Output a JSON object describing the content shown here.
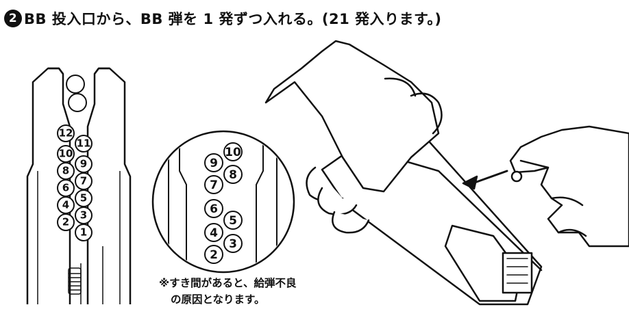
{
  "step": {
    "number_glyph": "❷",
    "text": "BB 投入口から、BB 弾を 1 発ずつ入れる。(21 発入ります。)"
  },
  "magazine_balls": [
    "1",
    "2",
    "3",
    "4",
    "5",
    "6",
    "7",
    "8",
    "9",
    "10",
    "11",
    "12"
  ],
  "zoom_balls": [
    "2",
    "3",
    "4",
    "5",
    "6",
    "7",
    "8",
    "9",
    "10"
  ],
  "note": {
    "line1": "※すき間があると、給弾不良",
    "line2": "の原因となります。"
  }
}
